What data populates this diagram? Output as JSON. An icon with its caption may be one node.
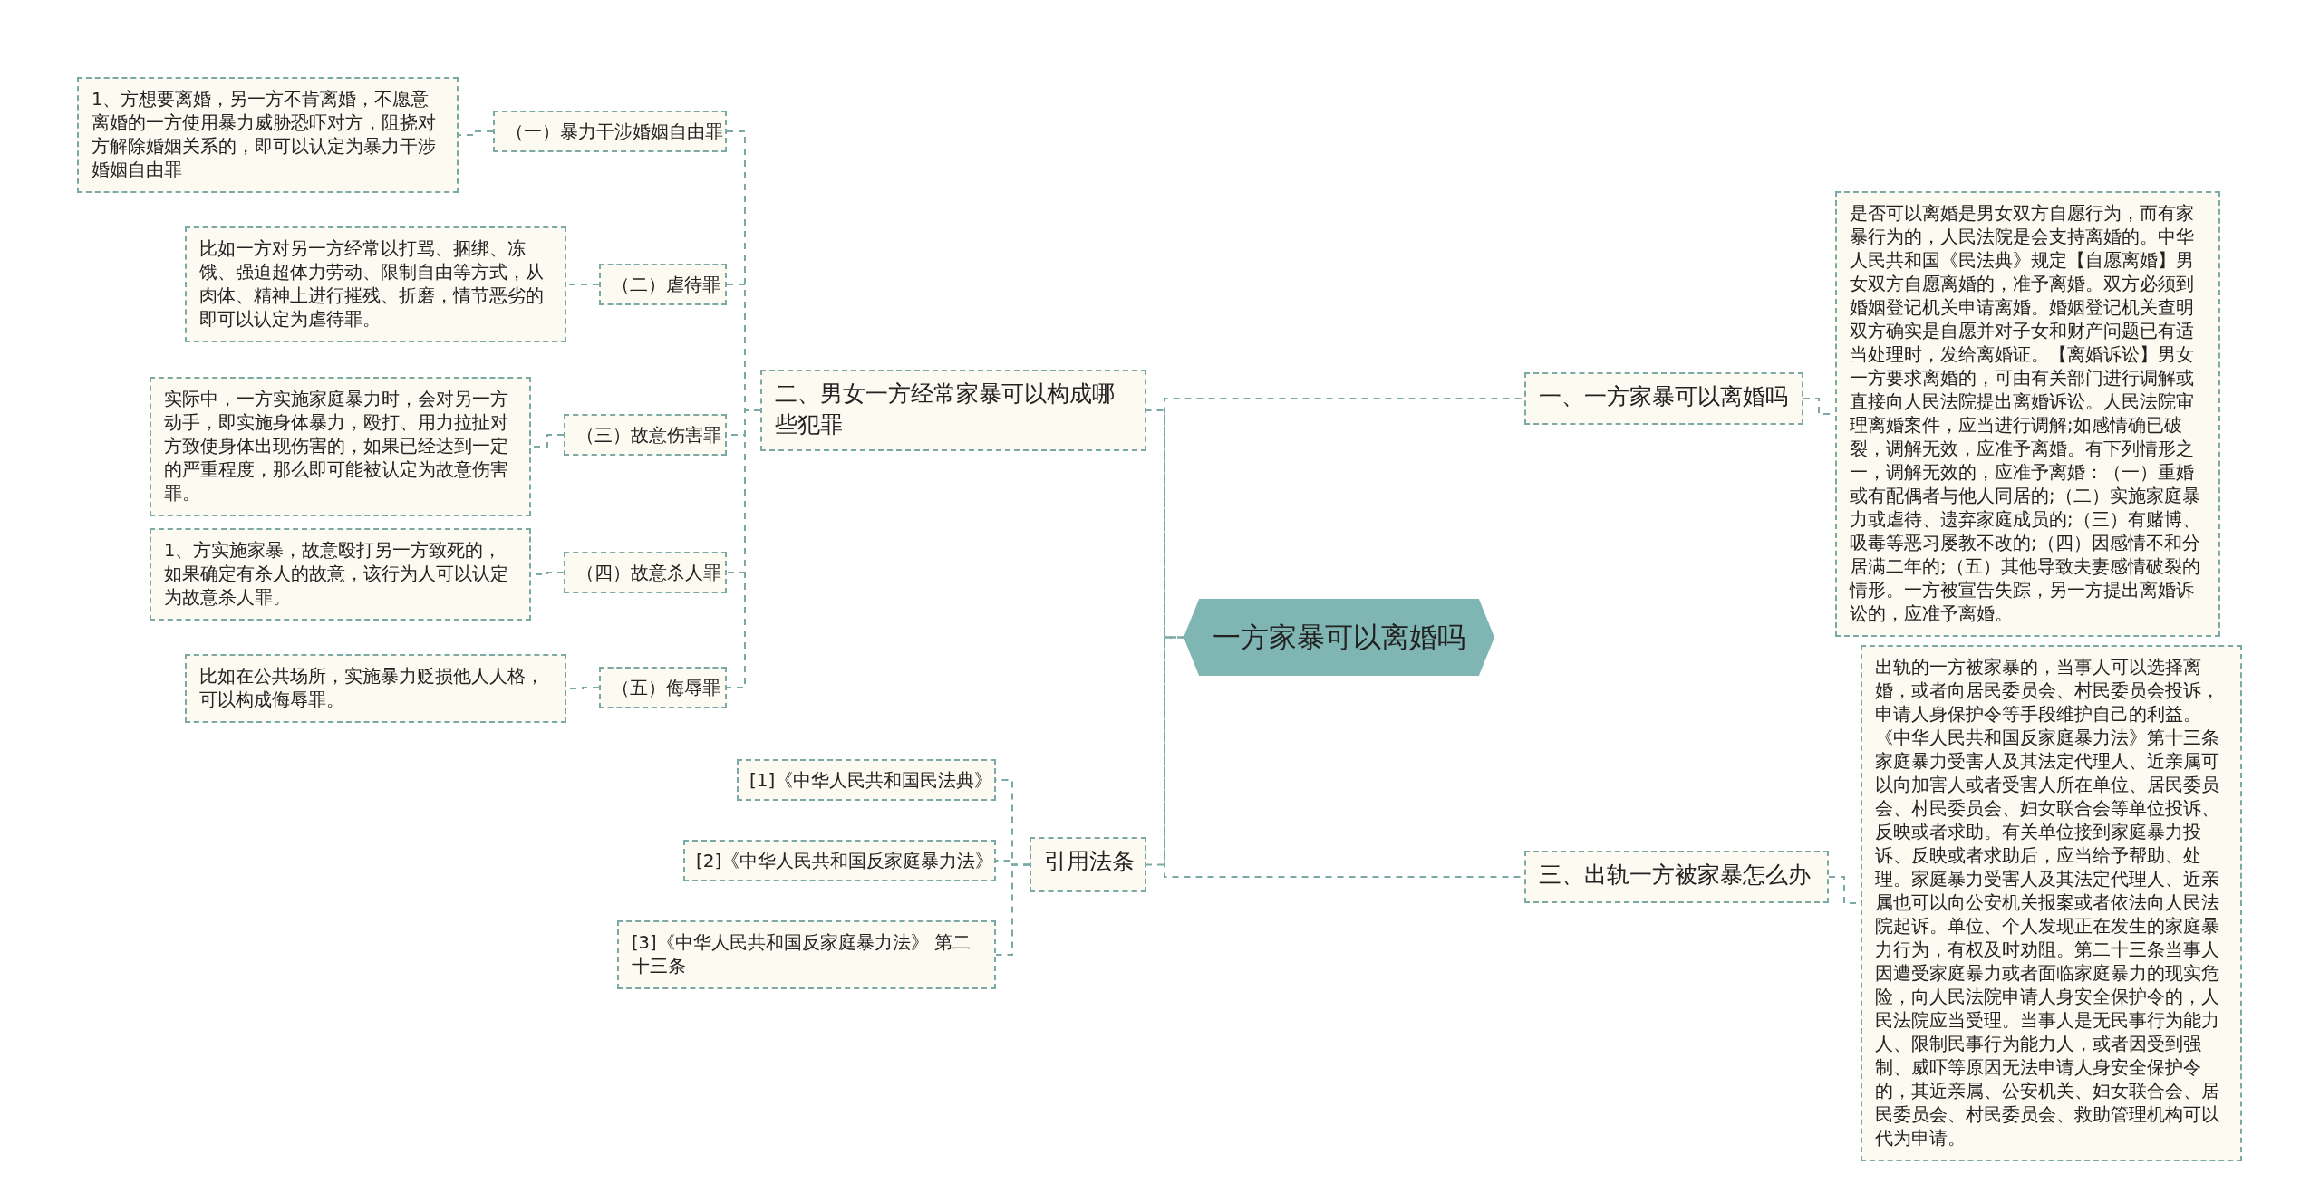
{
  "diagram": {
    "nodes": [
      {
        "text": [
          "一方家暴可以离婚吗"
        ]
      },
      {
        "text": [
          "二、男女一方经常家暴可以构成哪些犯罪"
        ]
      },
      {
        "text": [
          "（一）暴力干涉婚姻自由罪"
        ]
      },
      {
        "text": [
          "1、方想要离婚，另一方不肯离婚，不愿意离婚的一方使用暴力威胁恐吓对方，阻挠对方解除婚姻关系的，即可以认定为暴力干涉婚姻自由罪"
        ]
      },
      {
        "text": [
          "（二）虐待罪"
        ]
      },
      {
        "text": [
          "比如一方对另一方经常以打骂、捆绑、冻饿、强迫超体力劳动、限制自由等方式，从肉体、精神上进行摧残、折磨，情节恶劣的即可以认定为虐待罪。"
        ]
      },
      {
        "text": [
          "（三）故意伤害罪"
        ]
      },
      {
        "text": [
          "实际中，一方实施家庭暴力时，会对另一方动手，即实施身体暴力，殴打、用力拉扯对方致使身体出现伤害的，如果已经达到一定的严重程度，那么即可能被认定为故意伤害罪。"
        ]
      },
      {
        "text": [
          "（四）故意杀人罪"
        ]
      },
      {
        "text": [
          "1、方实施家暴，故意殴打另一方致死的，如果确定有杀人的故意，该行为人可以认定为故意杀人罪。"
        ]
      },
      {
        "text": [
          "（五）侮辱罪"
        ]
      },
      {
        "text": [
          "比如在公共场所，实施暴力贬损他人人格，可以构成侮辱罪。"
        ]
      },
      {
        "text": [
          "引用法条"
        ]
      },
      {
        "text": [
          "[1]《中华人民共和国民法典》"
        ]
      },
      {
        "text": [
          "[2]《中华人民共和国反家庭暴力法》"
        ]
      },
      {
        "text": [
          "[3]《中华人民共和国反家庭暴力法》 第二十三条"
        ]
      },
      {
        "text": [
          "一、一方家暴可以离婚吗"
        ]
      },
      {
        "text": [
          "是否可以离婚是男女双方自愿行为，而有家暴行为的，人民法院是会支持离婚的。中华人民共和国《民法典》规定【自愿离婚】男女双方自愿离婚的，准予离婚。双方必须到婚姻登记机关申请离婚。婚姻登记机关查明双方确实是自愿并对子女和财产问题已有适当处理时，发给离婚证。【离婚诉讼】男女一方要求离婚的，可由有关部门进行调解或直接向人民法院提出离婚诉讼。人民法院审理离婚案件，应当进行调解;如感情确已破裂，调解无效，应准予离婚。有下列情形之一，调解无效的，应准予离婚：（一）重婚或有配偶者与他人同居的;（二）实施家庭暴力或虐待、遗弃家庭成员的;（三）有赌博、吸毒等恶习屡教不改的;（四）因感情不和分居满二年的;（五）其他导致夫妻感情破裂的情形。一方被宣告失踪，另一方提出离婚诉讼的，应准予离婚。"
        ]
      },
      {
        "text": [
          "三、出轨一方被家暴怎么办"
        ]
      },
      {
        "text": [
          "出轨的一方被家暴的，当事人可以选择离婚，或者向居民委员会、村民委员会投诉，申请人身保护令等手段维护自己的利益。《中华人民共和国反家庭暴力法》第十三条家庭暴力受害人及其法定代理人、近亲属可以向加害人或者受害人所在单位、居民委员会、村民委员会、妇女联合会等单位投诉、反映或者求助。有关单位接到家庭暴力投诉、反映或者求助后，应当给予帮助、处理。家庭暴力受害人及其法定代理人、近亲属也可以向公安机关报案或者依法向人民法院起诉。单位、个人发现正在发生的家庭暴力行为，有权及时劝阻。第二十三条当事人因遭受家庭暴力或者面临家庭暴力的现实危险，向人民法院申请人身安全保护令的，人民法院应当受理。当事人是无民事行为能力人、限制民事行为能力人，或者因受到强制、威吓等原因无法申请人身安全保护令的，其近亲属、公安机关、妇女联合会、居民委员会、村民委员会、救助管理机构可以代为申请。"
        ]
      }
    ],
    "edges": [
      {
        "from": 0,
        "to": 1,
        "arrow": "none"
      },
      {
        "from": 1,
        "to": 2,
        "arrow": "none"
      },
      {
        "from": 2,
        "to": 3,
        "arrow": "none"
      },
      {
        "from": 1,
        "to": 4,
        "arrow": "none"
      },
      {
        "from": 4,
        "to": 5,
        "arrow": "none"
      },
      {
        "from": 1,
        "to": 6,
        "arrow": "none"
      },
      {
        "from": 6,
        "to": 7,
        "arrow": "none"
      },
      {
        "from": 1,
        "to": 8,
        "arrow": "none"
      },
      {
        "from": 8,
        "to": 9,
        "arrow": "none"
      },
      {
        "from": 1,
        "to": 10,
        "arrow": "none"
      },
      {
        "from": 10,
        "to": 11,
        "arrow": "none"
      },
      {
        "from": 0,
        "to": 12,
        "arrow": "none"
      },
      {
        "from": 12,
        "to": 13,
        "arrow": "none"
      },
      {
        "from": 12,
        "to": 14,
        "arrow": "none"
      },
      {
        "from": 12,
        "to": 15,
        "arrow": "none"
      },
      {
        "from": 0,
        "to": 16,
        "arrow": "none"
      },
      {
        "from": 16,
        "to": 17,
        "arrow": "none"
      },
      {
        "from": 0,
        "to": 18,
        "arrow": "none"
      },
      {
        "from": 18,
        "to": 19,
        "arrow": "none"
      }
    ]
  }
}
